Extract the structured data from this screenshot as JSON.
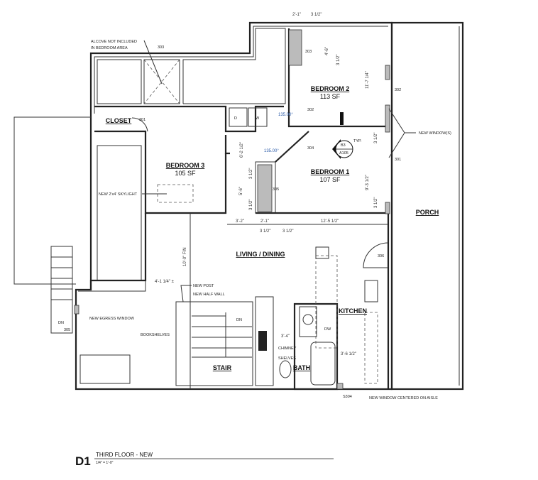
{
  "rooms": {
    "bedroom2": {
      "name": "BEDROOM 2",
      "area": "113 SF"
    },
    "bedroom1": {
      "name": "BEDROOM 1",
      "area": "107 SF"
    },
    "bedroom3": {
      "name": "BEDROOM 3",
      "area": "105 SF"
    },
    "closet": "CLOSET",
    "living": "LIVING / DINING",
    "kitchen": "KITCHEN",
    "stair": "STAIR",
    "bath": "BATH",
    "porch": "PORCH"
  },
  "notes": {
    "alcove1": "ALCOVE NOT INCLUDED",
    "alcove2": "IN BEDROOM AREA",
    "skylight": "NEW 2'x4' SKYLIGHT",
    "new_windows": "NEW WINDOW(S)",
    "egress": "NEW EGRESS WINDOW",
    "bookshelves": "BOOKSHELVES",
    "new_post": "NEW POST",
    "half_wall": "NEW HALF WALL",
    "chimney": "CHIMNEY",
    "shelves": "SHELVES",
    "window_aisle": "NEW WINDOW CENTERED ON AISLE",
    "typ": "TYP.",
    "dn1": "DN",
    "dn2": "DN",
    "dw": "DW",
    "d": "D",
    "w": "W"
  },
  "tags": {
    "t303": "303",
    "t301": "301",
    "t302": "302",
    "t304": "304",
    "t305": "305",
    "t303b": "303",
    "t306": "306",
    "w302": "302",
    "w301": "301",
    "w305": "305",
    "w304": "S304",
    "section_top": "B3",
    "section_bottom": "A105"
  },
  "dims": {
    "top1": "2'-1\"",
    "top2": "3 1/2\"",
    "b2_a": "4'-6\"",
    "b2_b": "3 1/2\"",
    "b2_h": "11'-7 1/4\"",
    "ang1": "135.00°",
    "ang2": "135.00°",
    "b3_a": "6'-2 1/2\"",
    "b1_h1": "3 1/2\"",
    "b1_h2": "9'-3 1/2\"",
    "b1_h3": "3 1/2\"",
    "cl_a": "3 1/2\"",
    "cl_b": "5'-6\"",
    "cl_c": "3 1/2\"",
    "h1": "3'-2\"",
    "h2": "2'-1\"",
    "h3": "12'-5 1/2\"",
    "h4": "3 1/2\"",
    "h5": "3 1/2\"",
    "fin": "10'-0\" FIN",
    "post": "4'-1 1/4\" ±",
    "bath_w": "3'-4\"",
    "kit_w": "3'-6 1/2\""
  },
  "title": {
    "id": "D1",
    "name": "THIRD FLOOR - NEW",
    "scale": "1/4\" = 1'-0\""
  }
}
